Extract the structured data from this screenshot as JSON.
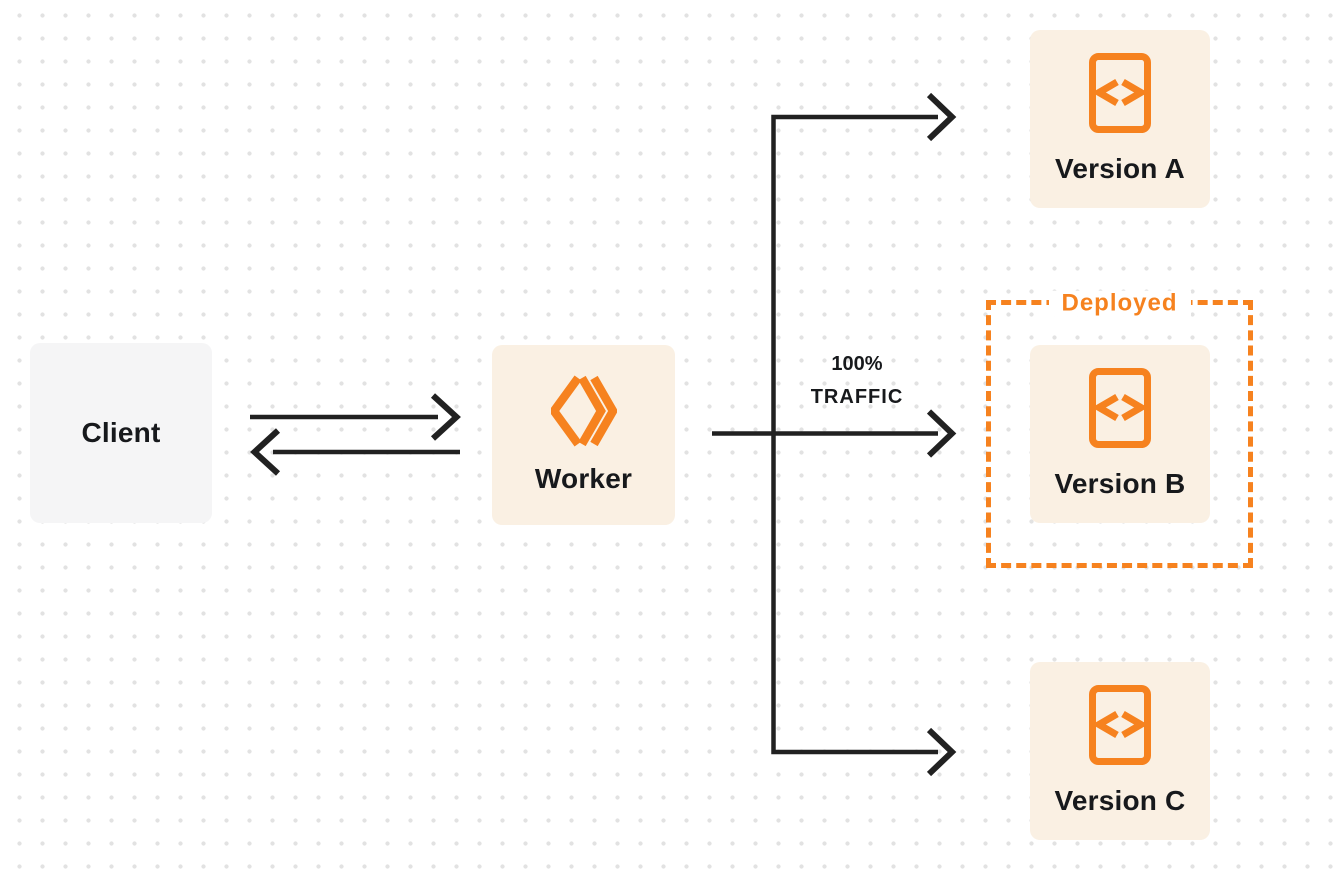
{
  "diagram": {
    "nodes": {
      "client": {
        "label": "Client"
      },
      "worker": {
        "label": "Worker",
        "icon": "cloudflare-workers-icon"
      },
      "version_a": {
        "label": "Version A",
        "icon": "code-document-icon"
      },
      "version_b": {
        "label": "Version B",
        "icon": "code-document-icon"
      },
      "version_c": {
        "label": "Version C",
        "icon": "code-document-icon"
      }
    },
    "annotations": {
      "deployed_label": "Deployed",
      "traffic_percent": "100%",
      "traffic_word": "TRAFFIC"
    }
  },
  "colors": {
    "background": "#FFFFFF",
    "dot": "#E2E2E2",
    "orange": "#F6821F",
    "cream": "#FAF0E3",
    "gray_box": "#F5F5F6",
    "line": "#212121",
    "text": "#17191C"
  }
}
